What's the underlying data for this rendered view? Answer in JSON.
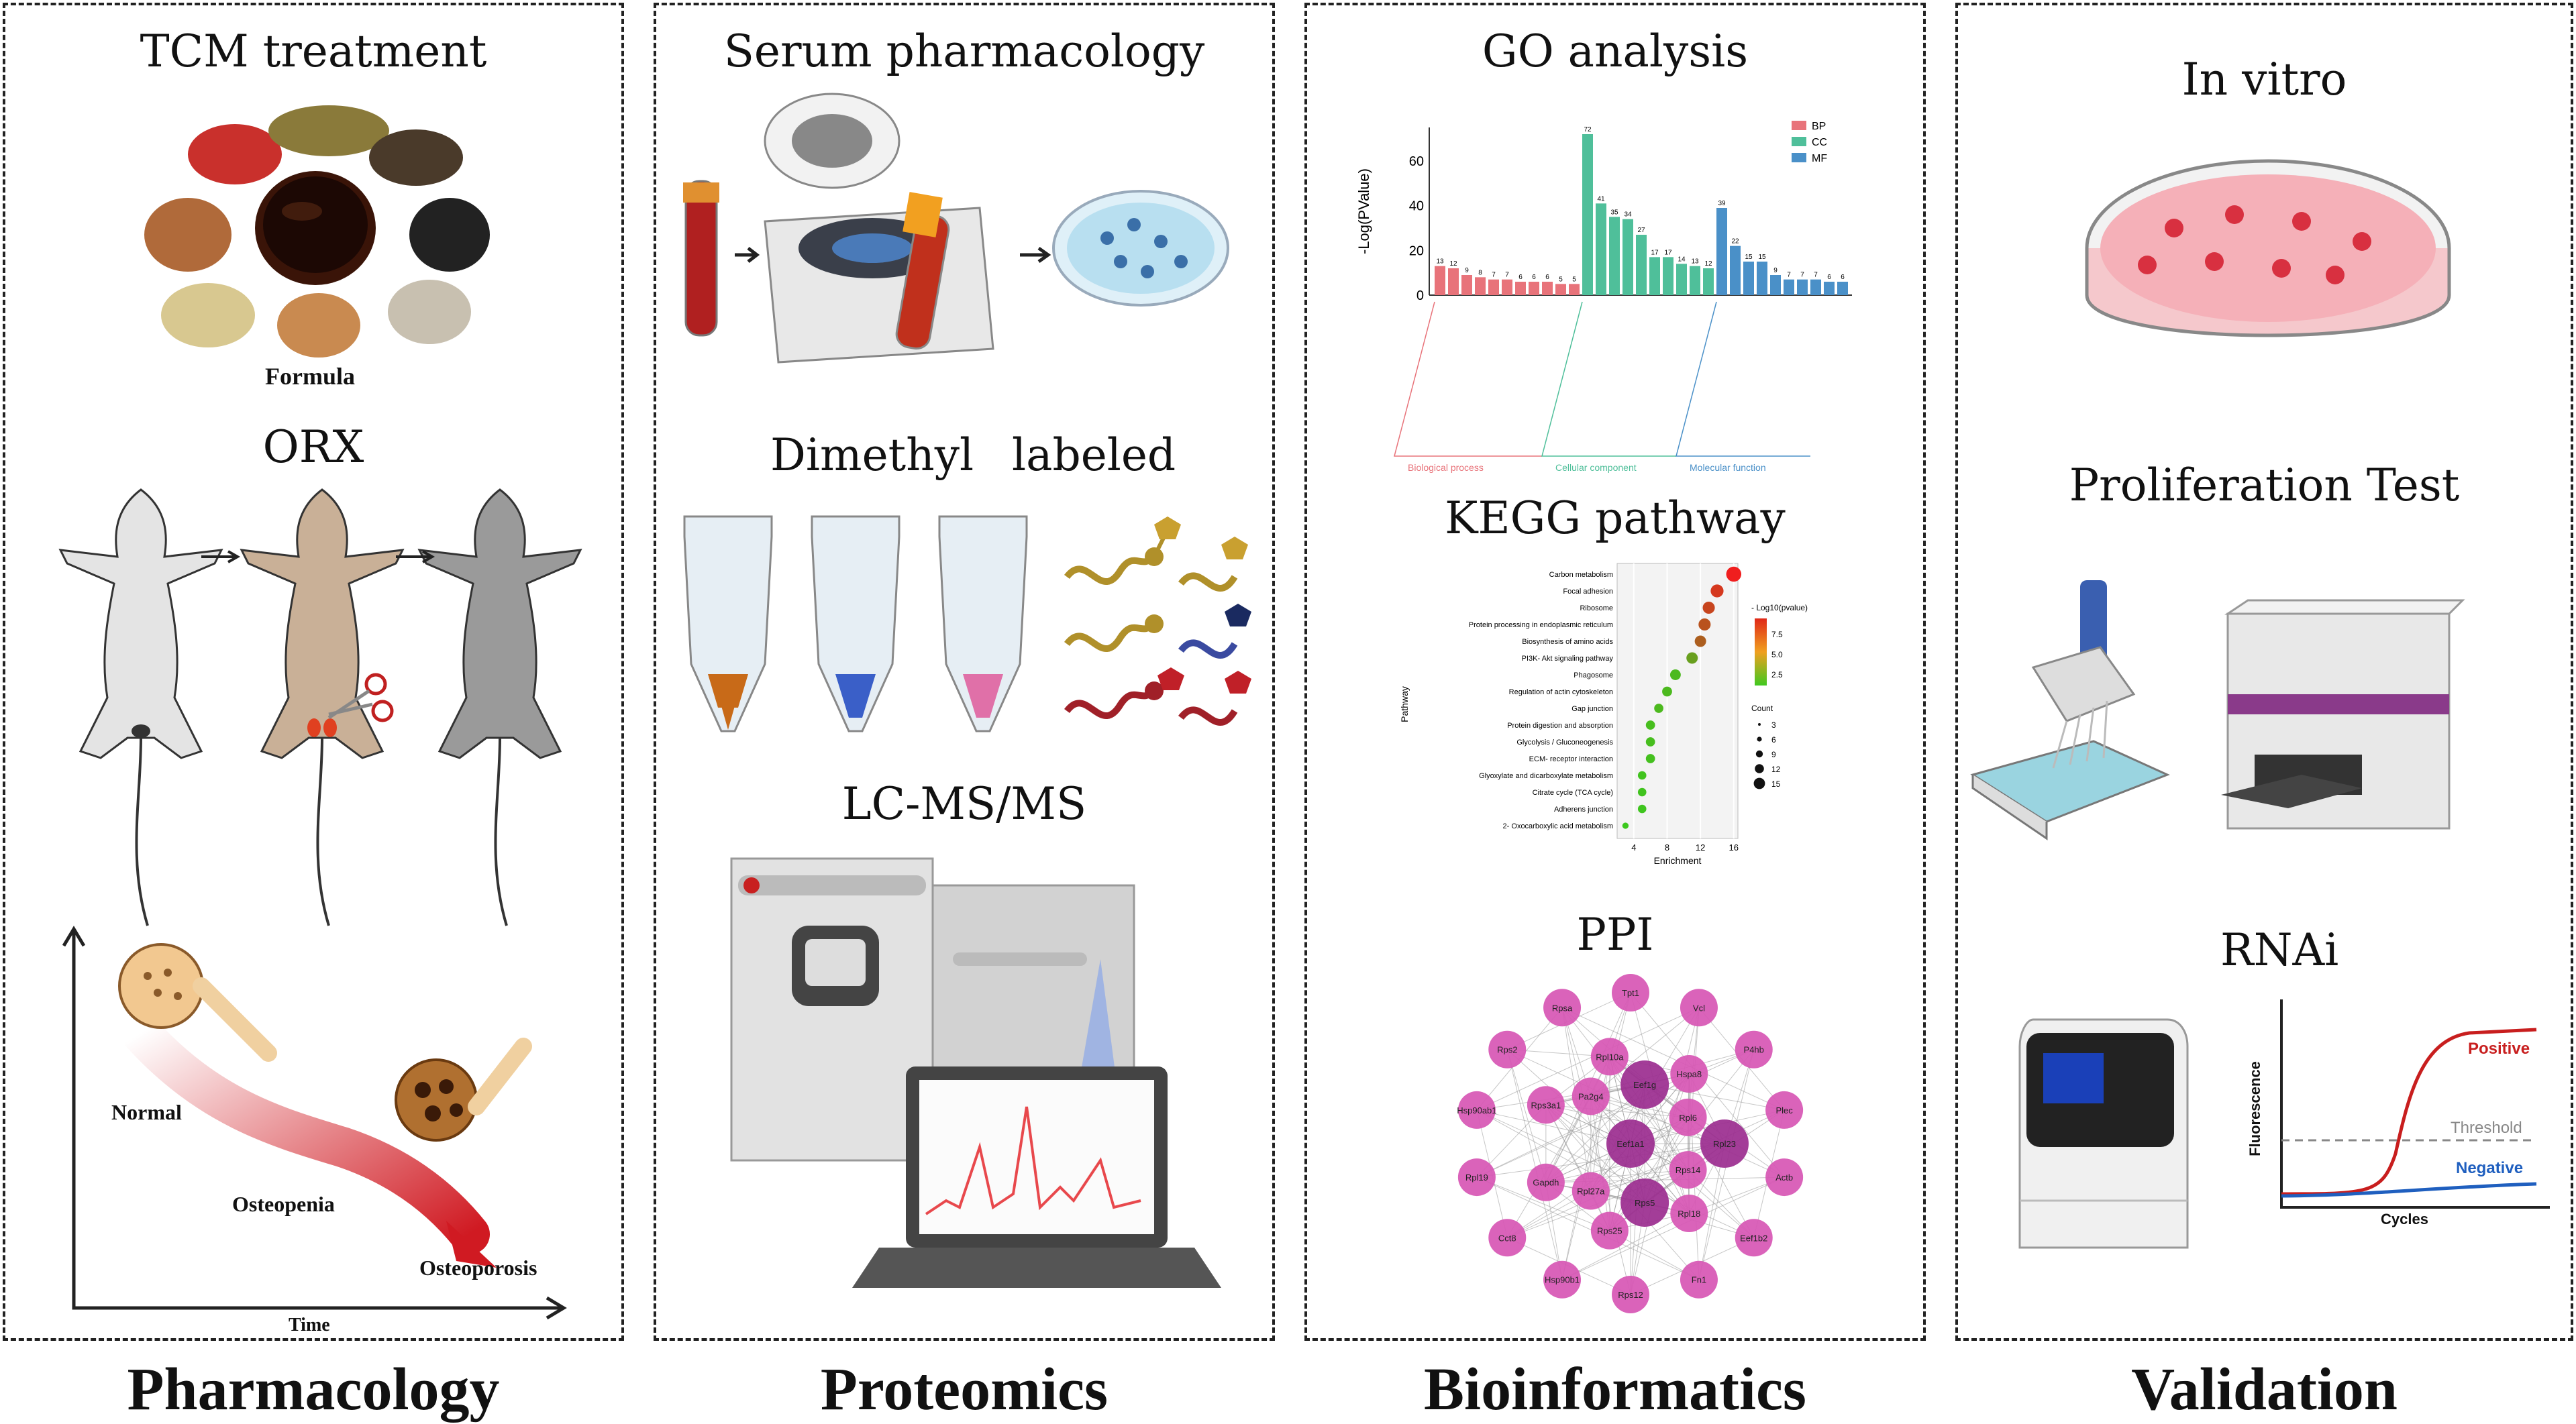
{
  "columns": [
    {
      "id": "pharmacology",
      "footer": "Pharmacology"
    },
    {
      "id": "proteomics",
      "footer": "Proteomics"
    },
    {
      "id": "bioinformatics",
      "footer": "Bioinformatics"
    },
    {
      "id": "validation",
      "footer": "Validation"
    }
  ],
  "pharmacology": {
    "tcm_title": "TCM treatment",
    "formula_label": "Formula",
    "orx_title": "ORX",
    "stage_normal": "Normal",
    "stage_osteopenia": "Osteopenia",
    "stage_osteoporosis": "Osteoporosis",
    "time_label": "Time"
  },
  "proteomics": {
    "serum_title": "Serum pharmacology",
    "dimethyl_title": "Dimethyl",
    "labeled_title": "labeled",
    "lcms_title": "LC-MS/MS"
  },
  "bioinformatics": {
    "go_title": "GO analysis",
    "kegg_title": "KEGG pathway",
    "ppi_title": "PPI"
  },
  "validation": {
    "invitro_title": "In vitro",
    "prolif_title": "Proliferation Test",
    "rnai_title": "RNAi",
    "pcr_positive": "Positive",
    "pcr_threshold": "Threshold",
    "pcr_negative": "Negative",
    "pcr_ylabel": "Fluorescence",
    "pcr_xlabel": "Cycles"
  },
  "go_chart": {
    "type": "bar",
    "ylabel": "-Log(PValue)",
    "yticks": [
      0,
      20,
      40,
      60
    ],
    "ylim": [
      0,
      75
    ],
    "legend": [
      "BP",
      "CC",
      "MF"
    ],
    "colors": {
      "BP": "#e8737a",
      "CC": "#4fbf9a",
      "MF": "#4a90c8"
    },
    "groups": [
      "Biological process",
      "Cellular component",
      "Molecular function"
    ],
    "series": [
      {
        "name": "BP",
        "values": [
          13,
          12,
          9,
          8,
          7,
          7,
          6,
          6,
          6,
          5,
          5
        ]
      },
      {
        "name": "CC",
        "values": [
          72,
          41,
          35,
          34,
          27,
          17,
          17,
          14,
          13,
          12
        ]
      },
      {
        "name": "MF",
        "values": [
          39,
          22,
          15,
          15,
          9,
          7,
          7,
          7,
          6,
          6
        ]
      }
    ]
  },
  "kegg_chart": {
    "type": "scatter",
    "ylabel": "Pathway",
    "xlabel": "Enrichment",
    "xticks": [
      4,
      8,
      12,
      16
    ],
    "color_legend_title": "- Log10(pvalue)",
    "color_ticks": [
      "7.5",
      "5.0",
      "2.5"
    ],
    "size_legend_title": "Count",
    "size_ticks": [
      "3",
      "6",
      "9",
      "12",
      "15"
    ],
    "pathways": [
      "Carbon metabolism",
      "Focal adhesion",
      "Ribosome",
      "Protein processing in endoplasmic reticulum",
      "Biosynthesis of amino acids",
      "PI3K- Akt signaling pathway",
      "Phagosome",
      "Regulation of actin cytoskeleton",
      "Gap junction",
      "Protein digestion and absorption",
      "Glycolysis / Gluconeogenesis",
      "ECM- receptor interaction",
      "Glyoxylate and dicarboxylate metabolism",
      "Citrate cycle (TCA cycle)",
      "Adherens junction",
      "2- Oxocarboxylic acid metabolism"
    ],
    "enrichment": [
      16,
      14,
      13,
      12.5,
      12,
      11,
      9,
      8,
      7,
      6,
      6,
      6,
      5,
      5,
      5,
      3
    ],
    "count": [
      15,
      12,
      11,
      11,
      10,
      10,
      9,
      8,
      7,
      7,
      7,
      7,
      6,
      6,
      6,
      3
    ],
    "log_p": [
      9,
      8,
      7.5,
      7,
      6.5,
      4,
      3,
      3,
      3,
      2.8,
      2.8,
      2.7,
      2.6,
      2.6,
      2.5,
      2.4
    ]
  },
  "ppi_nodes": [
    "Tpt1",
    "Vcl",
    "P4hb",
    "Rpl23",
    "Rps14",
    "Rpl18",
    "Plec",
    "Actb",
    "Rps5",
    "Rps25",
    "Rpl27a",
    "Gapdh",
    "Eef1a1",
    "Rps3a1",
    "Eef1b2",
    "Fn1",
    "Pa2g4",
    "Rpl10a",
    "Eef1g",
    "Hspa8",
    "Rpl6",
    "Rps12",
    "Hsp90b1",
    "Cct8",
    "Rpl19",
    "Hsp90ab1",
    "Rps2",
    "Rpsa"
  ],
  "colors": {
    "dashed_border": "#222222",
    "bp": "#e8737a",
    "cc": "#4fbf9a",
    "mf": "#4a90c8",
    "positive": "#d02020",
    "negative": "#1f5fbf",
    "ppi_node": "#d756b4",
    "ppi_hub": "#9b2c8f"
  }
}
